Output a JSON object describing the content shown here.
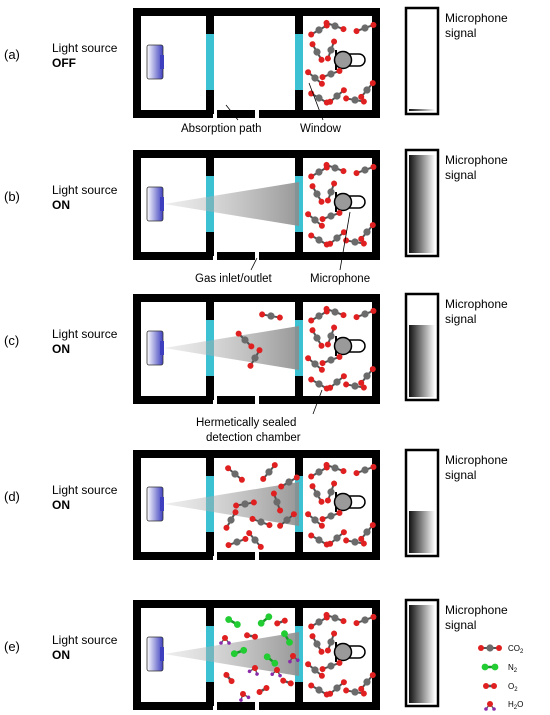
{
  "colors": {
    "frame": "#000000",
    "window": "#3cc1d3",
    "lamp": "#3d3fbf",
    "oxygen_atom": "#e02020",
    "carbon_atom": "#6b6b6b",
    "nitrogen_atom": "#22cc33",
    "hydrogen_atom": "#8a2aa8",
    "beam": "#9a9a9a"
  },
  "panels": [
    {
      "letter": "(a)",
      "light_title": "Light source",
      "light_state": "OFF",
      "beam": false,
      "signal_level": 0.02,
      "sample_gas": "none"
    },
    {
      "letter": "(b)",
      "light_title": "Light source",
      "light_state": "ON",
      "beam": true,
      "signal_level": 0.98,
      "sample_gas": "none"
    },
    {
      "letter": "(c)",
      "light_title": "Light source",
      "light_state": "ON",
      "beam": true,
      "signal_level": 0.72,
      "sample_gas": "co2-low"
    },
    {
      "letter": "(d)",
      "light_title": "Light source",
      "light_state": "ON",
      "beam": true,
      "signal_level": 0.42,
      "sample_gas": "co2-high"
    },
    {
      "letter": "(e)",
      "light_title": "Light source",
      "light_state": "ON",
      "beam": true,
      "signal_level": 0.98,
      "sample_gas": "mixed"
    }
  ],
  "signal_label": {
    "line1": "Microphone",
    "line2": "signal"
  },
  "callouts": {
    "absorption_path": "Absorption path",
    "window": "Window",
    "gas_inlet": "Gas inlet/outlet",
    "microphone": "Microphone",
    "sealed_line1": "Hermetically sealed",
    "sealed_line2": "detection chamber"
  },
  "legend": [
    {
      "name": "co2",
      "label": "CO",
      "sub": "2"
    },
    {
      "name": "n2",
      "label": "N",
      "sub": "2"
    },
    {
      "name": "o2",
      "label": "O",
      "sub": "2"
    },
    {
      "name": "h2o",
      "label": "H",
      "sub": "2",
      "tail": "O"
    }
  ]
}
